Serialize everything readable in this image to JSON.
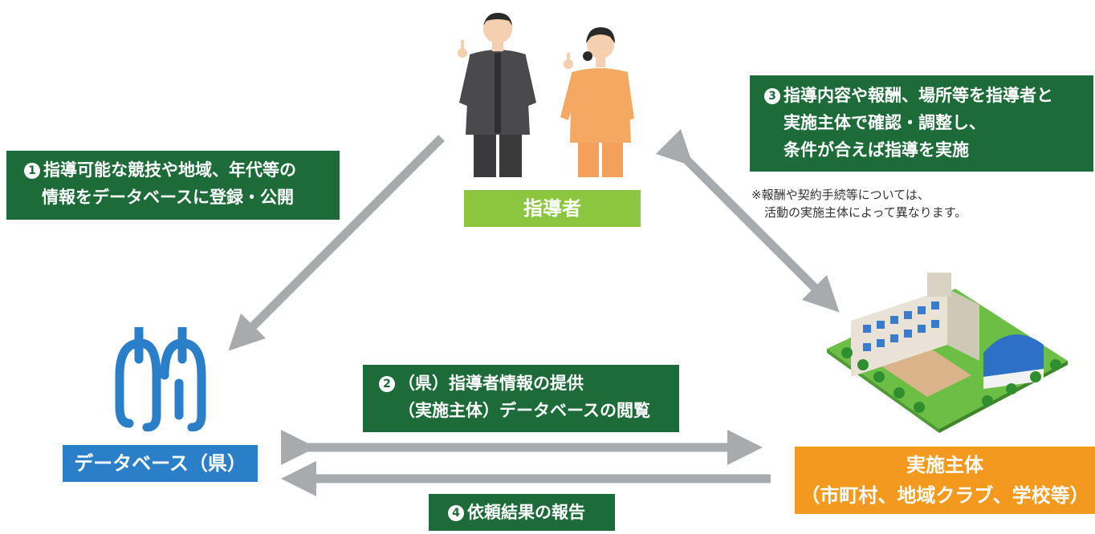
{
  "colors": {
    "box_green": "#1e6b3a",
    "instructor_label": "#8cc63f",
    "db_label": "#2b7fc9",
    "org_label": "#f39a1e",
    "arrow": "#a8abae",
    "logo_blue": "#2b7fc9"
  },
  "step1": {
    "num": "1",
    "line1": "指導可能な競技や地域、年代等の",
    "line2": "情報をデータベースに登録・公開"
  },
  "step2": {
    "num": "2",
    "line1": "（県）指導者情報の提供",
    "line2": "（実施主体）データベースの閲覧"
  },
  "step3": {
    "num": "3",
    "line1": "指導内容や報酬、場所等を指導者と",
    "line2": "実施主体で確認・調整し、",
    "line3": "条件が合えば指導を実施"
  },
  "step4": {
    "num": "4",
    "line1": "依頼結果の報告"
  },
  "note": {
    "line1": "※報酬や契約手続等については、",
    "line2": "活動の実施主体によって異なります。"
  },
  "instructor": {
    "label": "指導者",
    "icon": "instructors-illustration"
  },
  "database": {
    "label": "データベース（県）",
    "icon": "prefecture-emblem"
  },
  "organization": {
    "line1": "実施主体",
    "line2": "（市町村、地域クラブ、学校等）",
    "icon": "school-illustration"
  }
}
